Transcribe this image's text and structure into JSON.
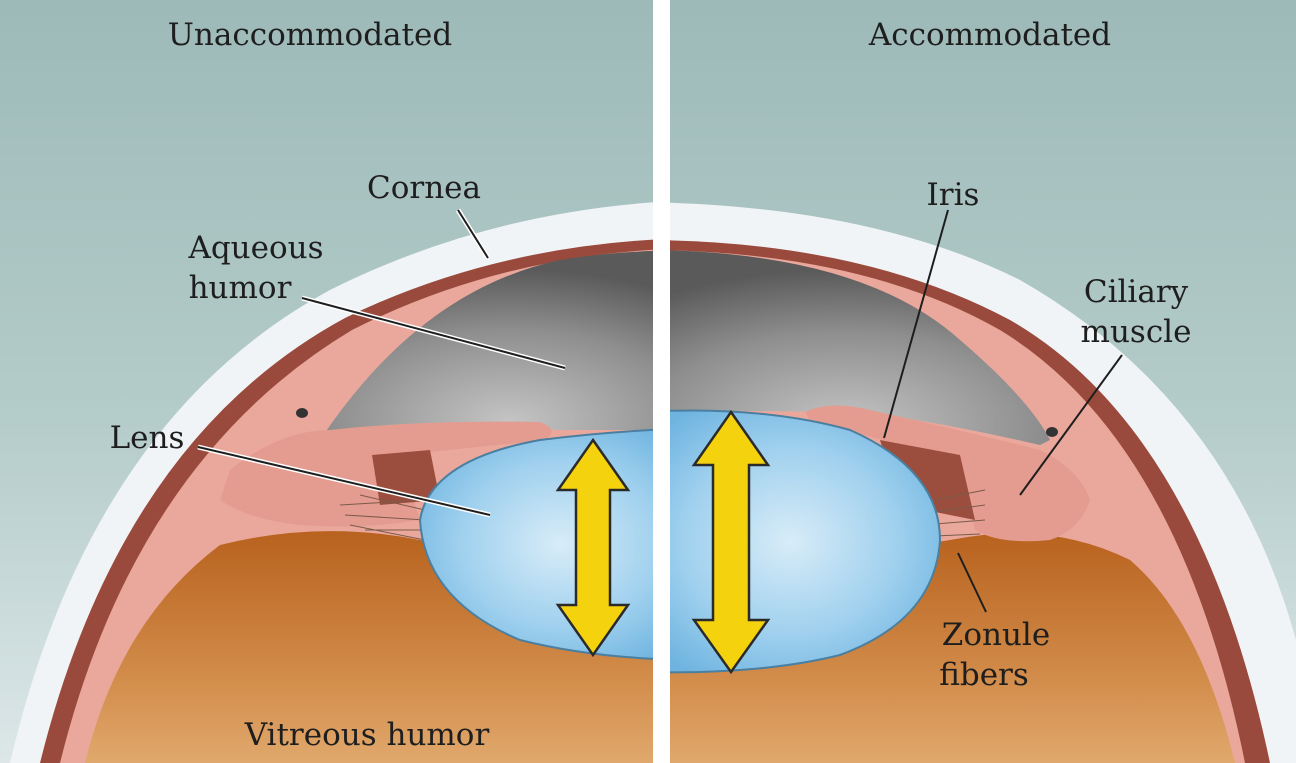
{
  "panels": {
    "left": {
      "title": "Unaccommodated"
    },
    "right": {
      "title": "Accommodated"
    }
  },
  "labels": {
    "cornea": "Cornea",
    "aqueous_line1": "Aqueous",
    "aqueous_line2": "humor",
    "lens": "Lens",
    "vitreous": "Vitreous humor",
    "iris": "Iris",
    "ciliary_line1": "Ciliary",
    "ciliary_line2": "muscle",
    "zonule_line1": "Zonule",
    "zonule_line2": "fibers"
  },
  "colors": {
    "background": "#a9c4c2",
    "cornea": "#eef2f5",
    "aqueous": "#8a8a8a",
    "lens": "#8cc4e6",
    "vitreous": "#c9762e",
    "ciliary": "#e79f94",
    "arrow": "#f2cf12",
    "divider": "#ffffff"
  },
  "icons": {
    "left_arrow": "double-headed-arrow",
    "right_arrow": "double-headed-arrow"
  }
}
